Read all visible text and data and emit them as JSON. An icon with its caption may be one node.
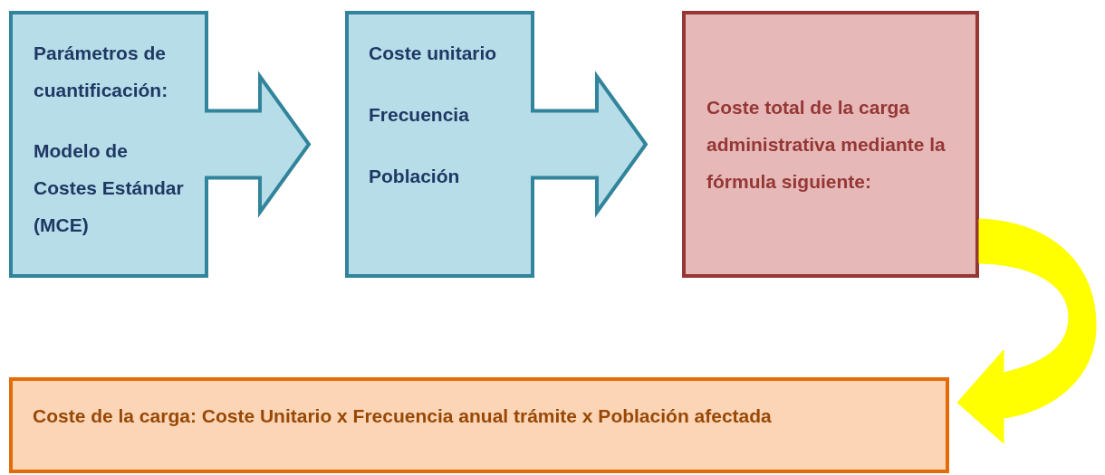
{
  "diagram": {
    "nodes": [
      {
        "text": [
          "Parámetros de cuantificación:",
          "Modelo de Costes Estándar (MCE)"
        ]
      },
      {
        "text": [
          "Coste unitario",
          "Frecuencia",
          "Población"
        ]
      },
      {
        "text": [
          "Coste total de la carga administrativa mediante la fórmula siguiente:"
        ]
      },
      {
        "text": [
          "Coste de la carga: Coste Unitario x Frecuencia anual trámite x Población afectada"
        ]
      }
    ],
    "edges": [
      {
        "from": 0,
        "to": 1,
        "arrow": "to",
        "style": "thick"
      },
      {
        "from": 1,
        "to": 2,
        "arrow": "to",
        "style": "thick"
      },
      {
        "from": 2,
        "to": 3,
        "arrow": "to",
        "style": "thick",
        "color": "#ffff00"
      }
    ]
  }
}
